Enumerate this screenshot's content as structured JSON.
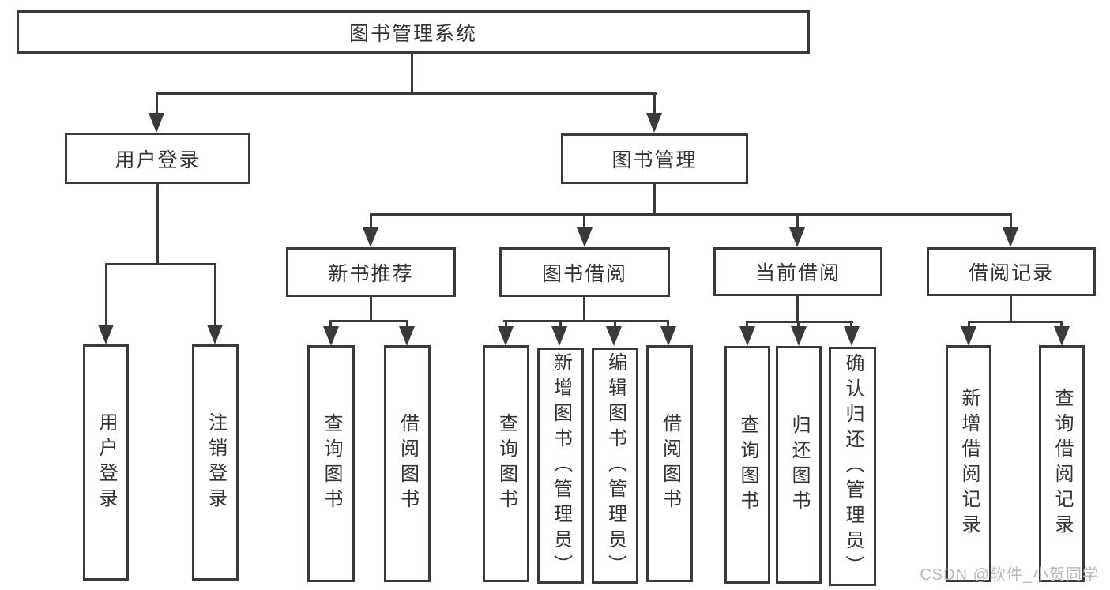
{
  "diagram": {
    "title": "图书管理系统",
    "watermark": "CSDN @软件_小贺同学",
    "colors": {
      "line": "#3a3a3a",
      "text": "#333333",
      "background": "#ffffff",
      "watermark": "#b9b9b9"
    },
    "root": {
      "label": "图书管理系统"
    },
    "level2": [
      {
        "label": "用户登录",
        "children": [
          {
            "label": "用户登录"
          },
          {
            "label": "注销登录"
          }
        ]
      },
      {
        "label": "图书管理",
        "children": [
          {
            "label": "新书推荐",
            "children": [
              {
                "label": "查询图书"
              },
              {
                "label": "借阅图书"
              }
            ]
          },
          {
            "label": "图书借阅",
            "children": [
              {
                "label": "查询图书"
              },
              {
                "label": "新增图书（管理员）"
              },
              {
                "label": "编辑图书（管理员）"
              },
              {
                "label": "借阅图书"
              }
            ]
          },
          {
            "label": "当前借阅",
            "children": [
              {
                "label": "查询图书"
              },
              {
                "label": "归还图书"
              },
              {
                "label": "确认归还（管理员）"
              }
            ]
          },
          {
            "label": "借阅记录",
            "children": [
              {
                "label": "新增借阅记录"
              },
              {
                "label": "查询借阅记录"
              }
            ]
          }
        ]
      }
    ]
  }
}
